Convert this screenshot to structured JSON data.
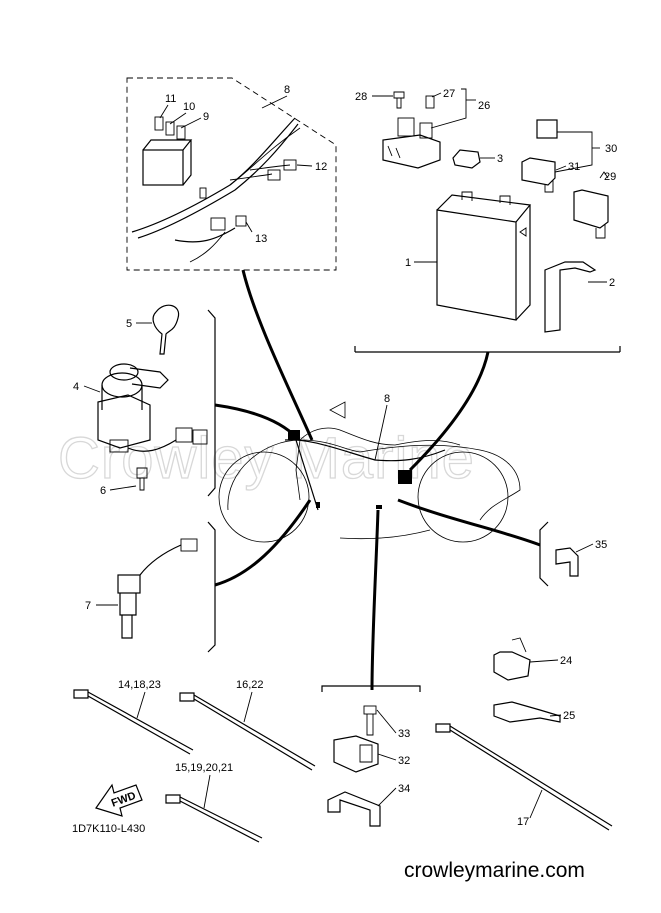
{
  "watermark": "Crowley Marine",
  "site": "crowleymarine.com",
  "diagram_code": "1D7K110-L430",
  "fwd_label": "FWD",
  "callouts": {
    "c1": "1",
    "c2": "2",
    "c3": "3",
    "c4": "4",
    "c5": "5",
    "c6": "6",
    "c7": "7",
    "c8a": "8",
    "c8b": "8",
    "c9": "9",
    "c10": "10",
    "c11": "11",
    "c12": "12",
    "c13": "13",
    "c14": "14,18,23",
    "c15": "15,19,20,21",
    "c16": "16,22",
    "c17": "17",
    "c24": "24",
    "c25": "25",
    "c26": "26",
    "c27": "27",
    "c28": "28",
    "c29": "29",
    "c30": "30",
    "c31": "31",
    "c32": "32",
    "c33": "33",
    "c34": "34",
    "c35": "35"
  }
}
